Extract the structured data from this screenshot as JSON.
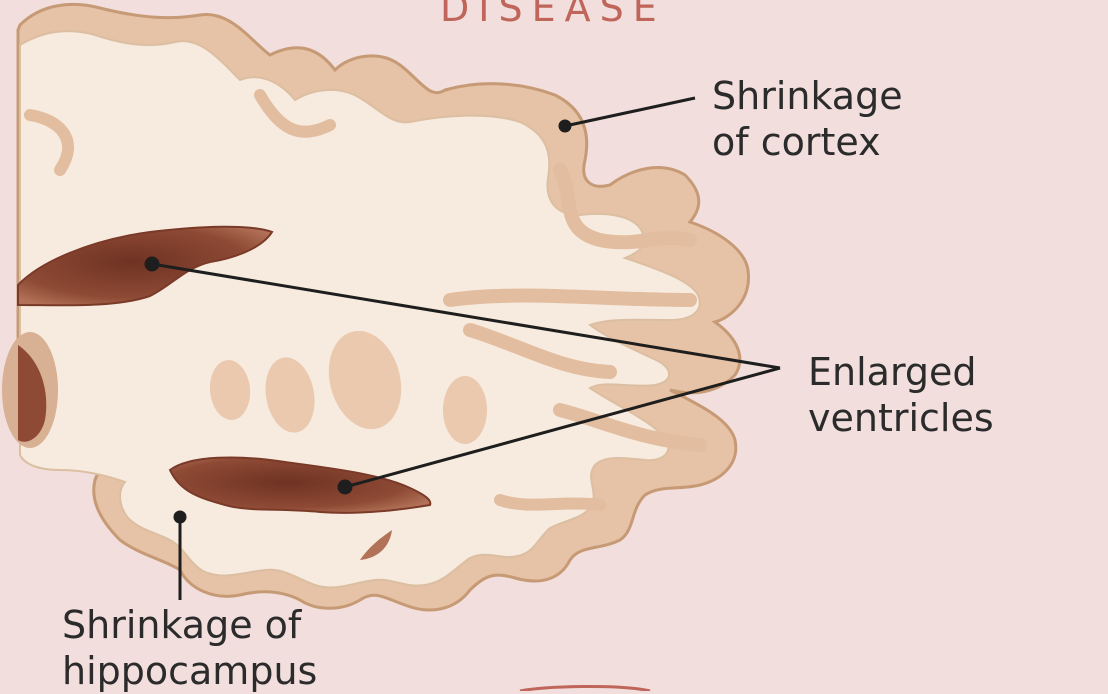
{
  "diagram": {
    "title": "DISEASE",
    "labels": {
      "cortex": {
        "line1": "Shrinkage",
        "line2": "of cortex"
      },
      "ventricles": {
        "line1": "Enlarged",
        "line2": "ventricles"
      },
      "hippocampus": {
        "line1": "Shrinkage of",
        "line2": "hippocampus"
      }
    },
    "colors": {
      "background": "#f1dedd",
      "white_matter": "#f7ebdf",
      "gray_matter": "#e6c2a6",
      "outline": "#c79a76",
      "ventricle": "#8e4a35",
      "leader_line": "#1e1e1e",
      "title": "#c0655a"
    }
  }
}
